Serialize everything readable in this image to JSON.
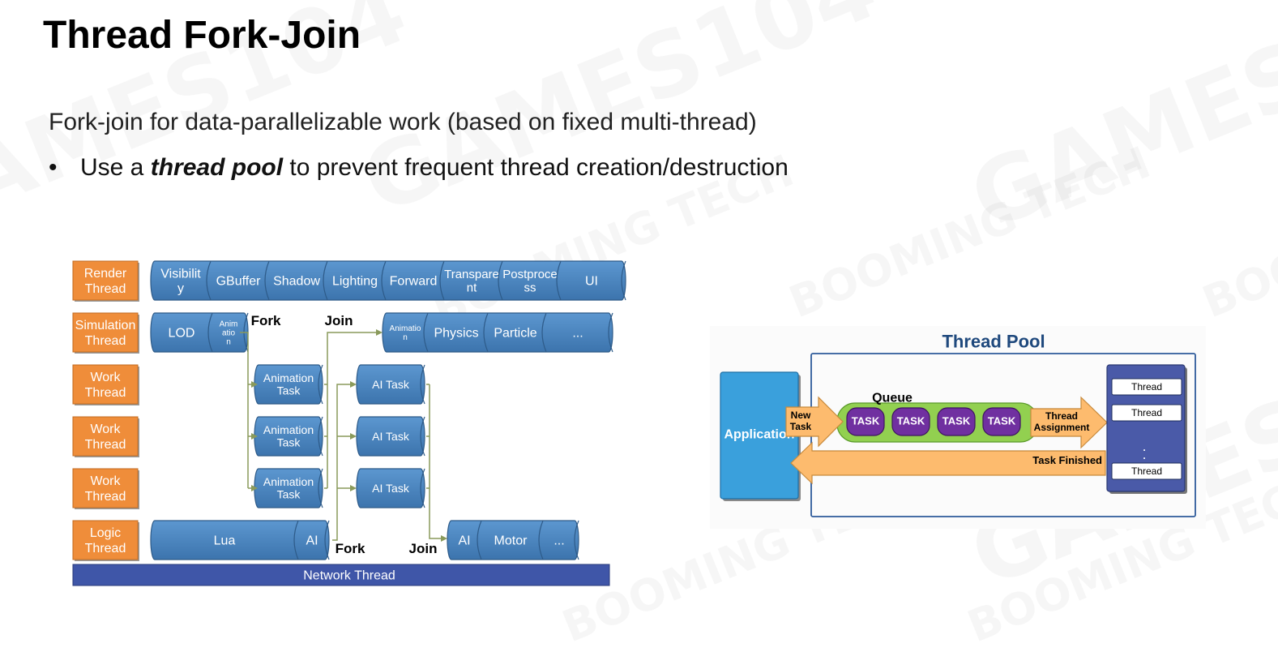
{
  "title": "Thread Fork-Join",
  "subtitle": "Fork-join for data-parallelizable work (based on fixed multi-thread)",
  "bullet": {
    "prefix": "Use a ",
    "emphasis": "thread pool",
    "suffix": " to prevent frequent thread creation/destruction"
  },
  "watermark": {
    "brand": "GAMES104",
    "company": "BOOMING TECH"
  },
  "fork_join": {
    "thread_labels": [
      "Render Thread",
      "Simulation Thread",
      "Work Thread",
      "Work Thread",
      "Work Thread",
      "Logic Thread"
    ],
    "render_tasks": [
      "Visibility",
      "GBuffer",
      "Shadow",
      "Lighting",
      "Forward",
      "Transparent",
      "Postprocess",
      "UI"
    ],
    "sim_tasks_before": [
      "LOD",
      "Animation"
    ],
    "sim_tasks_after": [
      "Animation",
      "Physics",
      "Particle",
      "..."
    ],
    "animation_tasks": [
      "Animation Task",
      "Animation Task",
      "Animation Task"
    ],
    "ai_tasks": [
      "AI Task",
      "AI Task",
      "AI Task"
    ],
    "logic_tasks_before": [
      "Lua",
      "AI"
    ],
    "logic_tasks_after": [
      "AI",
      "Motor",
      "..."
    ],
    "fork_label": "Fork",
    "join_label": "Join",
    "network_thread": "Network Thread"
  },
  "thread_pool": {
    "title": "Thread Pool",
    "application": "Application",
    "queue_label": "Queue",
    "new_task": "New Task",
    "tasks": [
      "TASK",
      "TASK",
      "TASK",
      "TASK"
    ],
    "thread_assignment": "Thread Assignment",
    "task_finished": "Task Finished",
    "threads": [
      "Thread",
      "Thread",
      "Thread"
    ],
    "ellipsis_dots": ". ."
  },
  "colors": {
    "thread_label": "#ef8d3a",
    "task_cylinder": "#4a86c2",
    "network": "#3f56a8",
    "pool_title": "#1f497d",
    "application": "#3aa0dc",
    "arrow": "#fdbb6e",
    "queue": "#92d050",
    "task_pill": "#7030a0",
    "thread_panel": "#4a5aa8"
  }
}
